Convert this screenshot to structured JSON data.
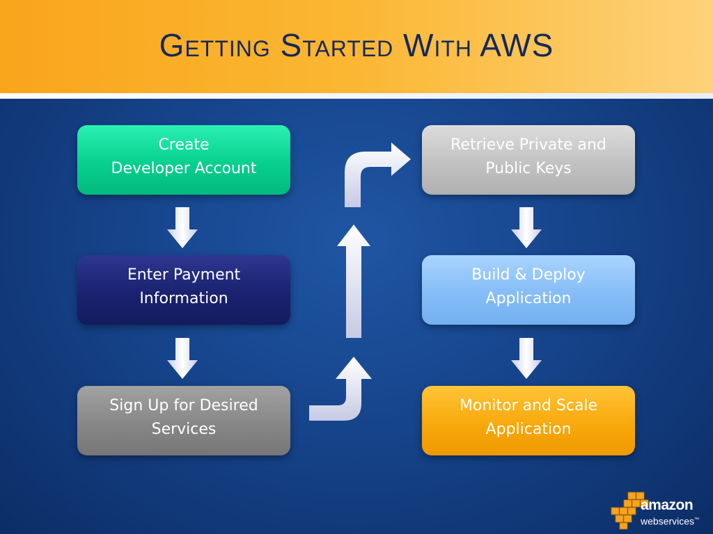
{
  "title": "Getting Started With AWS",
  "steps": [
    {
      "line1": "Create",
      "line2": "Developer Account"
    },
    {
      "line1": "Enter Payment",
      "line2": "Information"
    },
    {
      "line1": "Sign Up for Desired",
      "line2": "Services"
    },
    {
      "line1": "Retrieve Private and",
      "line2": "Public Keys"
    },
    {
      "line1": "Build & Deploy",
      "line2": "Application"
    },
    {
      "line1": "Monitor and Scale",
      "line2": "Application"
    }
  ],
  "logo": {
    "line1": "amazon",
    "line2": "webservices",
    "tm": "™"
  },
  "colors": {
    "header": "#f9a51c",
    "background": "#16448b",
    "title_text": "#17285a",
    "arrow": "#e6e8f4",
    "step_1": "#07d08e",
    "step_2": "#1a2270",
    "step_3": "#878787",
    "step_4": "#c2c2c2",
    "step_5": "#86bdf7",
    "step_6": "#f8a90c"
  }
}
